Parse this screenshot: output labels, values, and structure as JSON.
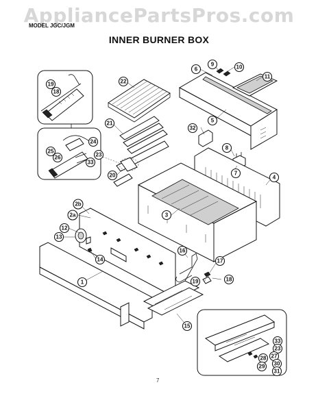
{
  "header": {
    "watermark": "AppliancePartsPros.com",
    "model_label": "MODEL JGC/JGM",
    "title": "INNER BURNER BOX"
  },
  "footer": {
    "page_number": "7"
  },
  "callouts": [
    {
      "id": "c1",
      "label": "1"
    },
    {
      "id": "c2a",
      "label": "2a"
    },
    {
      "id": "c2b",
      "label": "2b"
    },
    {
      "id": "c3",
      "label": "3"
    },
    {
      "id": "c4",
      "label": "4"
    },
    {
      "id": "c5",
      "label": "5"
    },
    {
      "id": "c6",
      "label": "6"
    },
    {
      "id": "c7",
      "label": "7"
    },
    {
      "id": "c8",
      "label": "8"
    },
    {
      "id": "c9",
      "label": "9"
    },
    {
      "id": "c10",
      "label": "10"
    },
    {
      "id": "c11",
      "label": "11"
    },
    {
      "id": "c12",
      "label": "12"
    },
    {
      "id": "c13",
      "label": "13"
    },
    {
      "id": "c14",
      "label": "14"
    },
    {
      "id": "c15",
      "label": "15"
    },
    {
      "id": "c16",
      "label": "16"
    },
    {
      "id": "c17",
      "label": "17"
    },
    {
      "id": "c18a",
      "label": "18"
    },
    {
      "id": "c19a",
      "label": "19"
    },
    {
      "id": "c18b",
      "label": "18"
    },
    {
      "id": "c19b",
      "label": "19"
    },
    {
      "id": "c20",
      "label": "20"
    },
    {
      "id": "c21",
      "label": "21"
    },
    {
      "id": "c22",
      "label": "22"
    },
    {
      "id": "c23a",
      "label": "23"
    },
    {
      "id": "c24",
      "label": "24"
    },
    {
      "id": "c25",
      "label": "25"
    },
    {
      "id": "c26",
      "label": "26"
    },
    {
      "id": "c32",
      "label": "32"
    },
    {
      "id": "c33a",
      "label": "33"
    },
    {
      "id": "c33b",
      "label": "33"
    },
    {
      "id": "c23b",
      "label": "23"
    },
    {
      "id": "c27",
      "label": "27"
    },
    {
      "id": "c28",
      "label": "28"
    },
    {
      "id": "c30",
      "label": "30"
    },
    {
      "id": "c29",
      "label": "29"
    },
    {
      "id": "c31",
      "label": "31"
    }
  ]
}
